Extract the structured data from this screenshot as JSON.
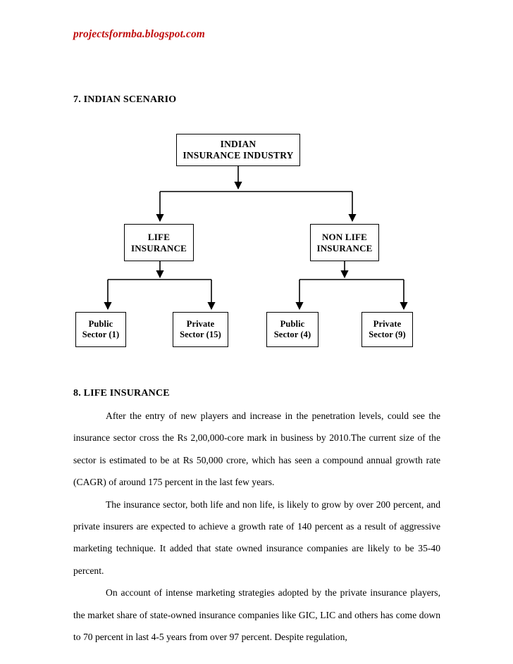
{
  "page": {
    "site_header": "projectsformba.blogspot.com",
    "header_color": "#C00D0D",
    "background": "#ffffff"
  },
  "sections": {
    "indian_scenario_heading": "7. INDIAN SCENARIO",
    "life_insurance_heading": "8. LIFE INSURANCE"
  },
  "diagram": {
    "title": "Indian Insurance Industry structure",
    "type": "tree",
    "nodes": {
      "root": {
        "line1": "INDIAN",
        "line2": "INSURANCE INDUSTRY"
      },
      "life": {
        "line1": "LIFE",
        "line2": "INSURANCE"
      },
      "non_life": {
        "line1": "NON LIFE",
        "line2": "INSURANCE"
      },
      "life_public": {
        "line1": "Public",
        "line2": "Sector (1)"
      },
      "life_private": {
        "line1": "Private",
        "line2": "Sector (15)"
      },
      "non_life_public": {
        "line1": "Public",
        "line2": "Sector (4)"
      },
      "non_life_private": {
        "line1": "Private",
        "line2": "Sector (9)"
      }
    }
  },
  "body": {
    "paragraph_1": "After the entry of new players and increase in the penetration levels, could see the insurance sector cross the Rs 2,00,000-core mark in business by 2010.The current size of the sector is estimated to be at Rs 50,000 crore, which has seen a compound annual growth rate (CAGR) of around 175 percent in the last few years.",
    "paragraph_2": "The insurance sector, both life and non life, is likely to grow by over 200 percent, and private insurers are expected to achieve a growth rate of 140 percent as a result of aggressive marketing technique. It added that state owned insurance companies are likely to be 35-40 percent.",
    "paragraph_3": "On account of intense marketing strategies adopted by the private insurance players, the market share of state-owned insurance companies like GIC, LIC and others has come down to 70 percent in last 4-5 years from over 97 percent. Despite regulation,"
  }
}
